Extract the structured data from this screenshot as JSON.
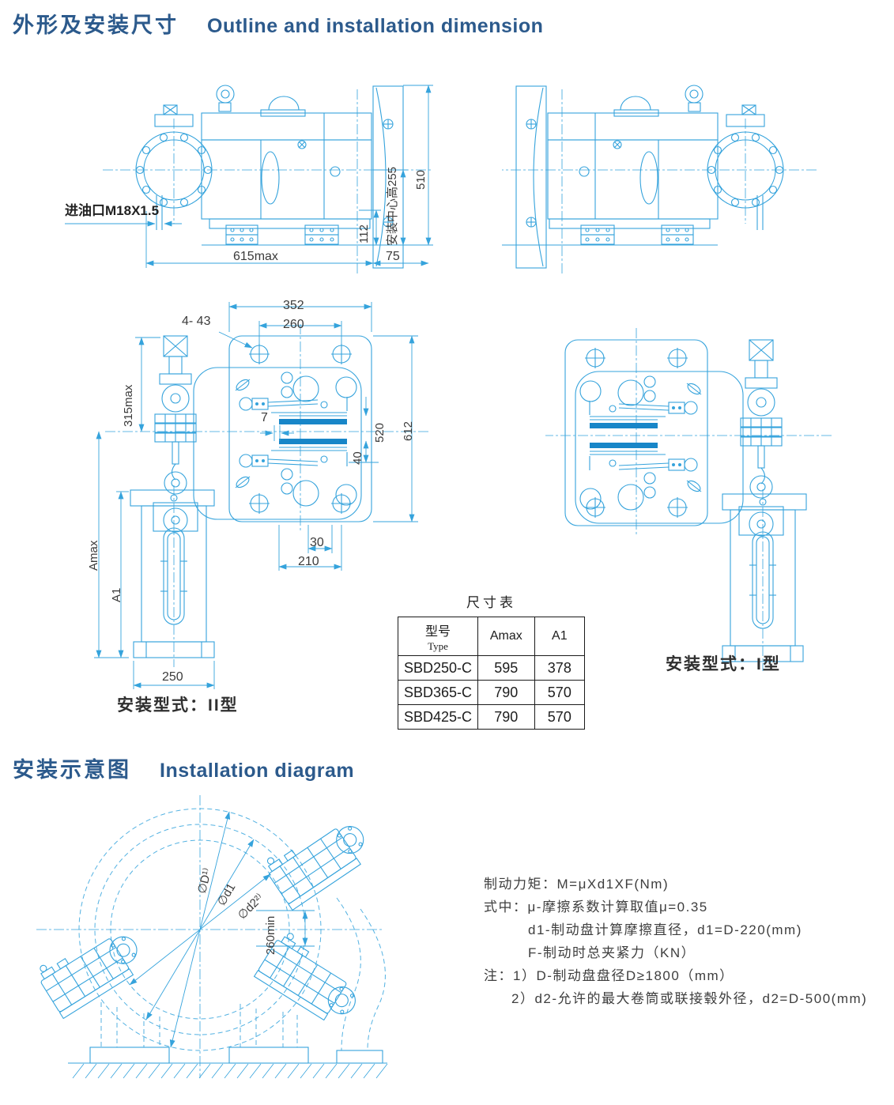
{
  "header": {
    "title_zh": "外形及安装尺寸",
    "title_en": "Outline and installation dimension"
  },
  "section2": {
    "title_zh": "安装示意图",
    "title_en": "Installation diagram"
  },
  "side_view": {
    "oil_port_label": "进油口M18X1.5",
    "dim_615": "615max",
    "dim_75": "75",
    "dim_112": "112",
    "dim_center_height": "安装中心高255",
    "dim_510": "510"
  },
  "front_view": {
    "dim_352": "352",
    "dim_260": "260",
    "dim_holes": "4- 43",
    "dim_315": "315max",
    "dim_7": "7",
    "dim_520": "520",
    "dim_612": "612",
    "dim_40": "40",
    "dim_30": "30",
    "dim_210": "210",
    "dim_amax": "Amax",
    "dim_a1": "A1",
    "dim_250": "250",
    "caption_type2": "安装型式：II型",
    "caption_type1": "安装型式：I型"
  },
  "size_table": {
    "title": "尺寸表",
    "header_model_zh": "型号",
    "header_model_en": "Type",
    "header_amax": "Amax",
    "header_a1": "A1",
    "rows": [
      {
        "model": "SBD250-C",
        "amax": "595",
        "a1": "378"
      },
      {
        "model": "SBD365-C",
        "amax": "790",
        "a1": "570"
      },
      {
        "model": "SBD425-C",
        "amax": "790",
        "a1": "570"
      }
    ]
  },
  "install_diagram": {
    "label_D": "∅D¹⁾",
    "label_d1": "∅d1",
    "label_d2": "∅d2²⁾",
    "dim_260min": "260min"
  },
  "notes": {
    "line1": "制动力矩：M=μXd1XF(Nm)",
    "line2": "式中：μ-摩擦系数计算取值μ=0.35",
    "line3": "d1-制动盘计算摩擦直径，d1=D-220(mm)",
    "line4": "F-制动时总夹紧力（KN）",
    "line5": "注：1）D-制动盘盘径D≥1800（mm）",
    "line6": "2）d2-允许的最大卷筒或联接毂外径，d2=D-500(mm)"
  },
  "colors": {
    "heading_blue": "#2c5a8c",
    "line_cyan": "#35a3dc",
    "disc_blue": "#1886c8",
    "dim_text": "#3b3b3b"
  }
}
